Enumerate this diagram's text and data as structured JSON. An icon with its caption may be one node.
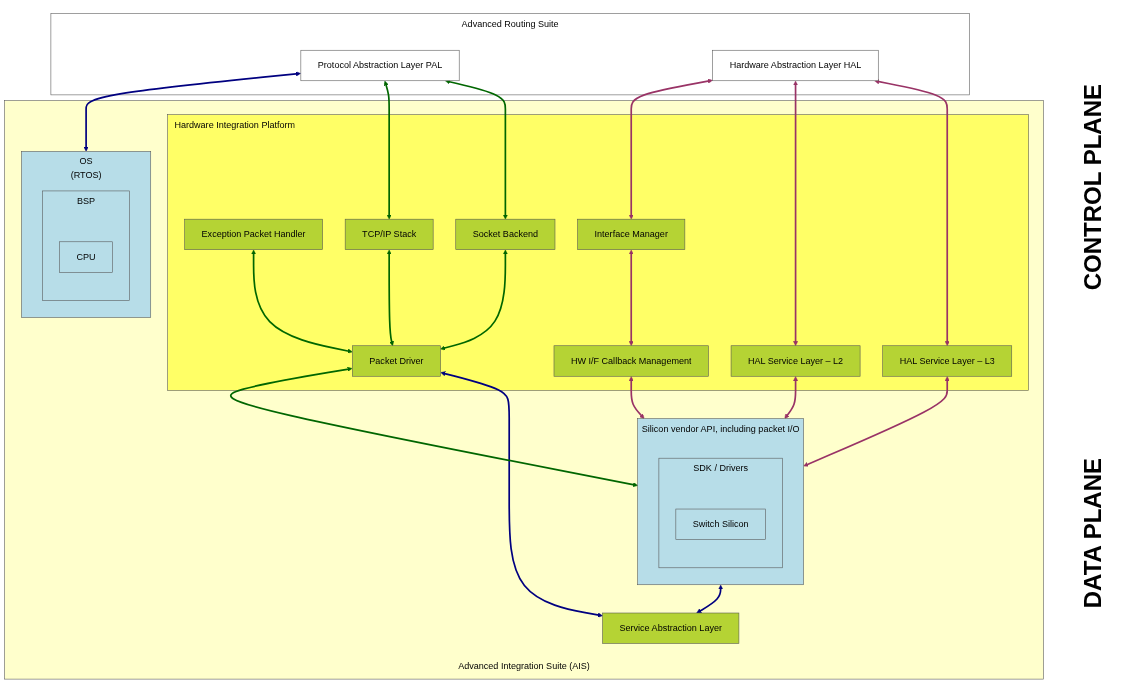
{
  "diagram": {
    "nodes": [
      {
        "text": [
          "Advanced Routing Suite"
        ]
      },
      {
        "text": [
          "Hardware Abstraction Layer HAL"
        ],
        "in": 0
      },
      {
        "text": [
          "Protocol Abstraction Layer PAL"
        ],
        "in": 0
      },
      {
        "text": [
          "Advanced Integration Suite (AIS)"
        ]
      },
      {
        "text": [
          "Hardware Integration Platform"
        ],
        "in": 3
      },
      {
        "text": [
          "HAL Service Layer – L3"
        ],
        "in": 4
      },
      {
        "text": [
          "HAL Service Layer – L2"
        ],
        "in": 4
      },
      {
        "text": [
          "Interface Manager"
        ],
        "in": 4
      },
      {
        "text": [
          "HW I/F Callback Management"
        ],
        "in": 4
      },
      {
        "text": [
          "Exception Packet Handler"
        ],
        "in": 4
      },
      {
        "text": [
          "Socket Backend"
        ],
        "in": 4
      },
      {
        "text": [
          "TCP/IP Stack"
        ],
        "in": 4
      },
      {
        "text": [
          "Packet Driver"
        ],
        "in": 4
      },
      {
        "text": [
          "Silicon vendor API, including packet I/O"
        ],
        "in": 3
      },
      {
        "text": [
          "SDK / Drivers"
        ],
        "in": 13
      },
      {
        "text": [
          "Switch Silicon"
        ],
        "in": 14
      },
      {
        "text": [
          "Service Abstraction Layer"
        ],
        "in": 3
      },
      {
        "text": [
          "OS",
          "(RTOS)"
        ],
        "in": 3
      },
      {
        "text": [
          "BSP"
        ],
        "in": 17
      },
      {
        "text": [
          "CPU"
        ],
        "in": 18
      }
    ],
    "edges": [
      {
        "from": 1,
        "to": 5,
        "arrow": "both"
      },
      {
        "from": 1,
        "to": 6,
        "arrow": "both"
      },
      {
        "from": 1,
        "to": 7,
        "arrow": "both"
      },
      {
        "from": 2,
        "to": 10,
        "arrow": "both",
        "color": "#006600"
      },
      {
        "from": 2,
        "to": 11,
        "arrow": "both",
        "color": "#006600"
      },
      {
        "from": 2,
        "to": 17,
        "arrow": "both",
        "color": "#000080"
      },
      {
        "from": 7,
        "to": 8,
        "arrow": "both"
      },
      {
        "from": 9,
        "to": 12,
        "arrow": "both",
        "color": "#006600"
      },
      {
        "from": 10,
        "to": 12,
        "arrow": "both",
        "color": "#006600"
      },
      {
        "from": 11,
        "to": 12,
        "arrow": "both",
        "color": "#006600"
      },
      {
        "from": 5,
        "to": 13,
        "arrow": "both"
      },
      {
        "from": 6,
        "to": 13,
        "arrow": "both"
      },
      {
        "from": 8,
        "to": 13,
        "arrow": "both"
      },
      {
        "from": 12,
        "to": 13,
        "arrow": "both",
        "color": "#006600"
      },
      {
        "from": 12,
        "to": 16,
        "arrow": "both",
        "color": "#000080"
      },
      {
        "from": 13,
        "to": 16,
        "arrow": "both",
        "color": "#000080"
      }
    ],
    "labels": [
      "CONTROL PLANE",
      "DATA PLANE"
    ]
  }
}
